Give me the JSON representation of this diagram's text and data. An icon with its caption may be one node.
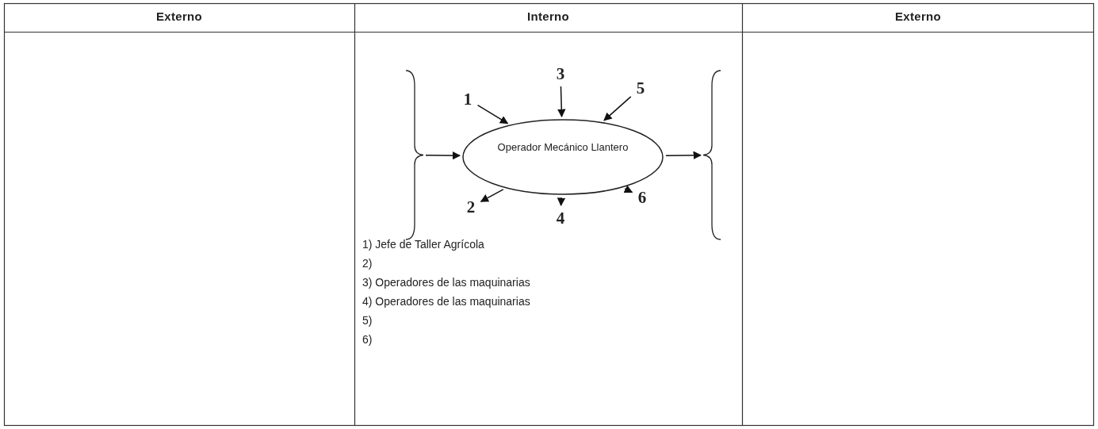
{
  "diagram": {
    "nodes": [
      {
        "text": [
          "1"
        ]
      },
      {
        "text": [
          "3"
        ]
      },
      {
        "text": [
          "5"
        ]
      },
      {
        "text": [],
        "shape": "brace"
      },
      {
        "text": [
          "Operador Mecánico Llantero"
        ]
      },
      {
        "text": [],
        "shape": "brace"
      },
      {
        "text": [
          "2"
        ]
      },
      {
        "text": [
          "4"
        ]
      },
      {
        "text": [
          "6"
        ]
      }
    ],
    "edges": [
      {
        "from": 0,
        "to": 4,
        "arrow": "to"
      },
      {
        "from": 1,
        "to": 4,
        "arrow": "to"
      },
      {
        "from": 2,
        "to": 4,
        "arrow": "to"
      },
      {
        "from": 3,
        "to": 4,
        "arrow": "to"
      },
      {
        "from": 4,
        "to": 5,
        "arrow": "to"
      },
      {
        "from": 4,
        "to": 6,
        "arrow": "to"
      },
      {
        "from": 4,
        "to": 7,
        "arrow": "to"
      },
      {
        "from": 4,
        "to": 8,
        "arrow": "to"
      }
    ],
    "labels": [
      "Externo",
      "Interno",
      "Externo",
      "1) Jefe de Taller Agrícola",
      "2)",
      "3) Operadores de las maquinarias",
      "4) Operadores de las maquinarias",
      "5)",
      "6)"
    ]
  }
}
